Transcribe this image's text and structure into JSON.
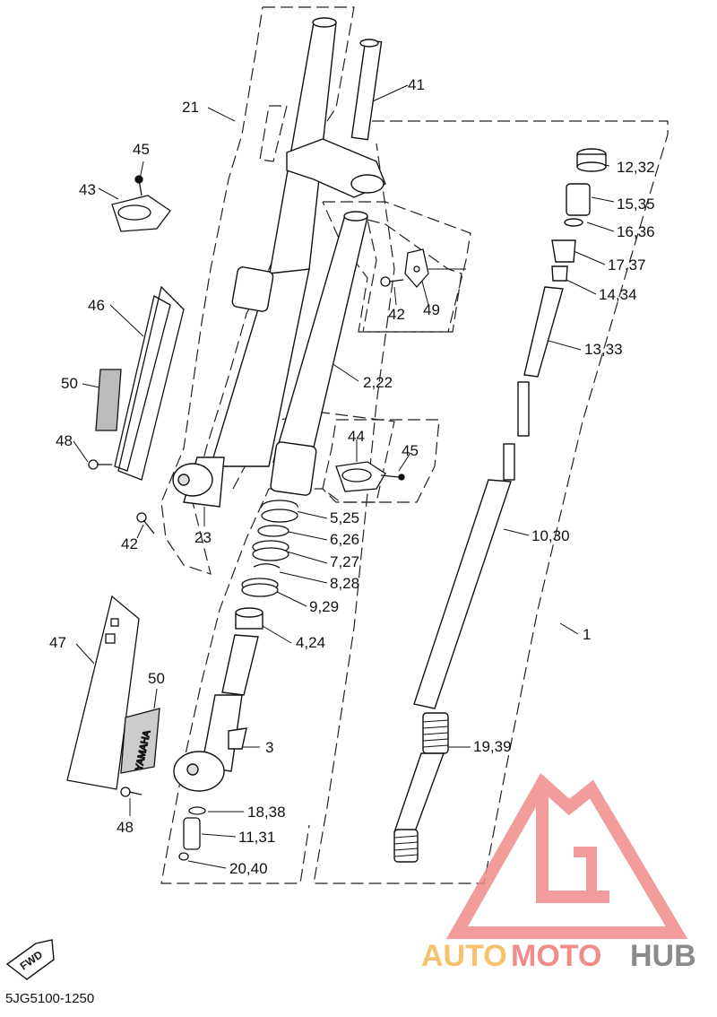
{
  "diagram": {
    "part_code": "5JG5100-1250",
    "fwd_label": "FWD",
    "labels": {
      "l1": "1",
      "l2_22": "2,22",
      "l3": "3",
      "l4_24": "4,24",
      "l5_25": "5,25",
      "l6_26": "6,26",
      "l7_27": "7,27",
      "l8_28": "8,28",
      "l9_29": "9,29",
      "l10_30": "10,30",
      "l11_31": "11,31",
      "l12_32": "12,32",
      "l13_33": "13,33",
      "l14_34": "14,34",
      "l15_35": "15,35",
      "l16_36": "16,36",
      "l17_37": "17,37",
      "l18_38": "18,38",
      "l19_39": "19,39",
      "l20_40": "20,40",
      "l21": "21",
      "l23": "23",
      "l41": "41",
      "l42a": "42",
      "l42b": "42",
      "l43": "43",
      "l44": "44",
      "l45a": "45",
      "l45b": "45",
      "l46": "46",
      "l47": "47",
      "l48a": "48",
      "l48b": "48",
      "l49": "49",
      "l50a": "50",
      "l50b": "50"
    },
    "guard_decal_text": "YAMAHA"
  },
  "watermark": {
    "text_part1": "AUTO",
    "text_part2": "MOTO",
    "text_part3": "HUB",
    "colors": {
      "logo": "#f28b8b",
      "auto": "#f6c26b",
      "moto": "#f28b8b",
      "hub": "#8a8a8a"
    }
  }
}
